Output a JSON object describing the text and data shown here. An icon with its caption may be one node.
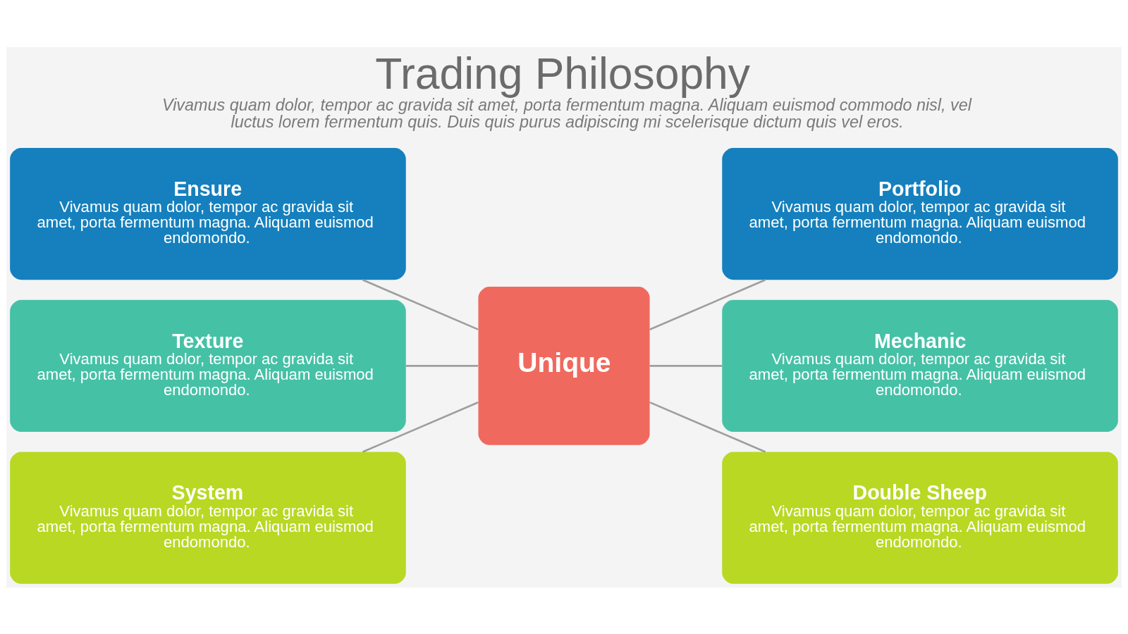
{
  "diagram": {
    "title": "Trading Philosophy",
    "caption": "Vivamus quam dolor, tempor ac gravida sit amet, porta fermentum magna. Aliquam euismod commodo nisl, vel luctus lorem fermentum quis. Duis quis purus adipiscing mi scelerisque dictum quis vel eros.",
    "nodes": [
      {
        "text": [
          "Ensure",
          "Vivamus quam dolor, tempor ac gravida sit amet, porta fermentum magna. Aliquam euismod endomondo."
        ]
      },
      {
        "text": [
          "Texture",
          "Vivamus quam dolor, tempor ac gravida sit amet, porta fermentum magna. Aliquam euismod endomondo."
        ]
      },
      {
        "text": [
          "System",
          "Vivamus quam dolor, tempor ac gravida sit amet, porta fermentum magna. Aliquam euismod endomondo."
        ]
      },
      {
        "text": [
          "Unique"
        ]
      },
      {
        "text": [
          "Portfolio",
          "Vivamus quam dolor, tempor ac gravida sit amet, porta fermentum magna. Aliquam euismod endomondo."
        ]
      },
      {
        "text": [
          "Mechanic",
          "Vivamus quam dolor, tempor ac gravida sit amet, porta fermentum magna. Aliquam euismod endomondo."
        ]
      },
      {
        "text": [
          "Double Sheep",
          "Vivamus quam dolor, tempor ac gravida sit amet, porta fermentum magna. Aliquam euismod endomondo."
        ]
      }
    ],
    "edges": [
      {
        "from": 0,
        "to": 3,
        "arrow": "none"
      },
      {
        "from": 1,
        "to": 3,
        "arrow": "none"
      },
      {
        "from": 2,
        "to": 3,
        "arrow": "none"
      },
      {
        "from": 3,
        "to": 4,
        "arrow": "none"
      },
      {
        "from": 3,
        "to": 5,
        "arrow": "none"
      },
      {
        "from": 3,
        "to": 6,
        "arrow": "none"
      }
    ]
  }
}
